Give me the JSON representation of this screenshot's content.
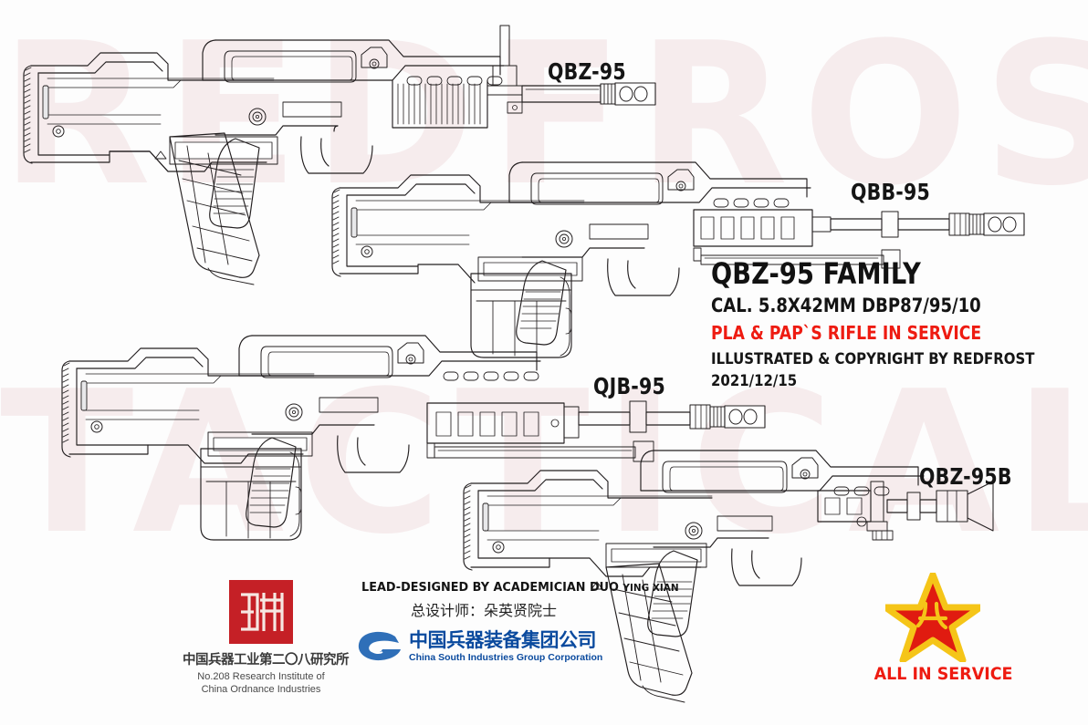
{
  "poster": {
    "background_color": "#fdfdfd",
    "line_color": "#231f20",
    "accent_red": "#ee1b11",
    "watermark_color": "#f6eced"
  },
  "watermark": {
    "line1": "REDFROST",
    "line2": "TACTICAL"
  },
  "weapons": [
    {
      "id": "qbz95",
      "label": "QBZ-95",
      "name": "qbz-95-assault-rifle"
    },
    {
      "id": "qbb95",
      "label": "QBB-95",
      "name": "qbb-95-light-machine-gun"
    },
    {
      "id": "qjb95",
      "label": "QJB-95",
      "name": "qjb-95-squad-machine-gun"
    },
    {
      "id": "qbz95b",
      "label": "QBZ-95B",
      "name": "qbz-95b-carbine"
    }
  ],
  "title_block": {
    "title": "QBZ-95 FAMILY",
    "caliber": "CAL. 5.8X42MM DBP87/95/10",
    "service": "PLA & PAP`S RIFLE IN SERVICE",
    "credit": "ILLUSTRATED & COPYRIGHT BY REDFROST",
    "date": "2021/12/15"
  },
  "institute": {
    "seal_text": "208研",
    "name_cn": "中国兵器工业第二〇八研究所",
    "name_en_line1": "No.208 Research Institute of",
    "name_en_line2": "China Ordnance Industries",
    "seal_color": "#c52026"
  },
  "designer": {
    "lead_en_main": "LEAD-DESIGNED BY ACADEMICIAN DUO",
    "lead_en_small": "YING XIAN",
    "lead_cn": "总设计师：朵英贤院士"
  },
  "corporation": {
    "name_cn": "中国兵器装备集团公司",
    "name_en": "China South Industries Group Corporation",
    "brand_color": "#0a4a9e"
  },
  "emblem": {
    "star_char": "八一",
    "caption": "ALL IN SERVICE",
    "star_fill": "#e01b10",
    "star_outline": "#f5c518"
  }
}
